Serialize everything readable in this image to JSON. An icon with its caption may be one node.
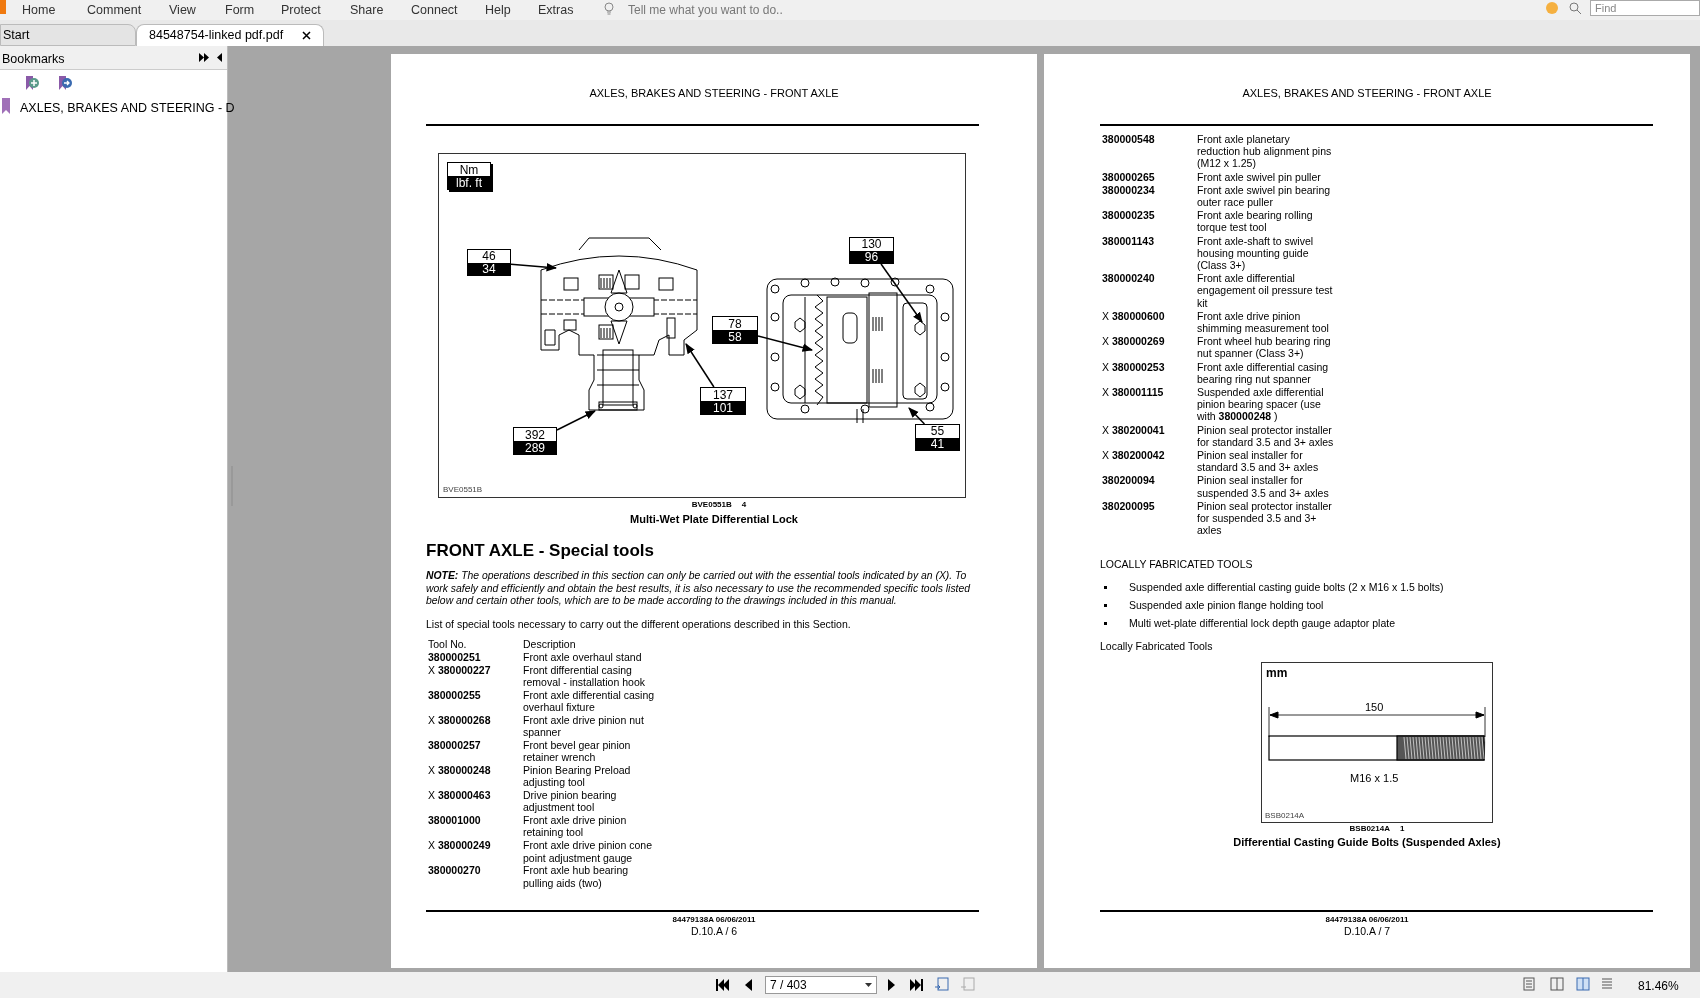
{
  "diagram": {
    "title": "FRONT AXLE - Special tools",
    "nodes": [
      {
        "text": [
          "Nm",
          "lbf. ft"
        ]
      },
      {
        "text": [
          "46",
          "34"
        ]
      },
      {
        "text": [
          "392",
          "289"
        ]
      },
      {
        "text": [
          "137",
          "101"
        ]
      },
      {
        "text": [
          "78",
          "58"
        ]
      },
      {
        "text": [
          "130",
          "96"
        ]
      },
      {
        "text": [
          "55",
          "41"
        ]
      },
      {
        "text": [],
        "shape": "picture"
      },
      {
        "text": [],
        "shape": "picture"
      }
    ],
    "edges": [
      {
        "from": 1,
        "to": 7,
        "arrow": "to"
      },
      {
        "from": 2,
        "to": 7,
        "arrow": "to"
      },
      {
        "from": 3,
        "to": 7,
        "arrow": "to"
      },
      {
        "from": 4,
        "to": 8,
        "arrow": "to"
      },
      {
        "from": 5,
        "to": 8,
        "arrow": "to"
      },
      {
        "from": 6,
        "to": 8,
        "arrow": "to"
      }
    ],
    "labels": [
      "Home",
      "Comment",
      "View",
      "Form",
      "Protect",
      "Share",
      "Connect",
      "Help",
      "Extras",
      "Tell me what you want to do..",
      "Find",
      "Start",
      "84548754-linked pdf.pdf",
      "Bookmarks",
      "AXLES, BRAKES AND STEERING - D",
      "AXLES, BRAKES AND STEERING - FRONT AXLE",
      "BVE0551B",
      "BVE0551B",
      "4",
      "Multi-Wet Plate Differential Lock",
      "**NOTE:** The operations described in this section can only be carried out with the essential tools indicated by an (X). To work safely and efficiently and obtain the best results, it is also necessary to use the recommended specific tools listed below and certain other tools, which are to be made according to the drawings included in this manual.",
      "List of special tools necessary to carry out the different operations described in this Section.",
      "Tool No.",
      "Description",
      "380000251",
      "Front axle overhaul stand",
      "X **380000227**",
      "Front differential casing removal - installation hook",
      "380000255",
      "Front axle differential casing overhaul fixture",
      "X **380000268**",
      "Front axle drive pinion nut spanner",
      "380000257",
      "Front bevel gear pinion retainer wrench",
      "X **380000248**",
      "Pinion Bearing Preload adjusting tool",
      "X **380000463**",
      "Drive pinion bearing adjustment tool",
      "380001000",
      "Front axle drive pinion retaining tool",
      "X **380000249**",
      "Front axle drive pinion cone point adjustment gauge",
      "380000270",
      "Front axle hub bearing pulling aids (two)",
      "84479138A 06/06/2011",
      "D.10.A / 6",
      "AXLES, BRAKES AND STEERING - FRONT AXLE",
      "380000548",
      "Front axle planetary reduction hub alignment pins (M12 x 1.25)",
      "380000265",
      "Front axle swivel pin puller",
      "380000234",
      "Front axle swivel pin bearing outer race puller",
      "380000235",
      "Front axle bearing rolling torque test tool",
      "380001143",
      "Front axle-shaft to swivel housing mounting guide (Class 3+)",
      "380000240",
      "Front axle differential engagement oil pressure test kit",
      "X **380000600**",
      "Front axle drive pinion shimming measurement tool",
      "X **380000269**",
      "Front wheel hub bearing ring nut spanner (Class 3+)",
      "X **380000253**",
      "Front axle differential casing bearing ring nut spanner",
      "X **380001115**",
      "Suspended axle differential pinion bearing spacer (use with **380000248** )",
      "X **380200041**",
      "Pinion seal protector installer for standard 3.5 and 3+ axles",
      "X **380200042**",
      "Pinion seal installer for standard 3.5 and 3+ axles",
      "380200094",
      "Pinion seal installer for suspended 3.5 and 3+ axles",
      "380200095",
      "Pinion seal protector installer for suspended 3.5 and 3+ axles",
      "LOCALLY FABRICATED TOOLS",
      "Suspended axle differential casting guide bolts (2 x M16 x 1.5 bolts)",
      "Suspended axle pinion flange holding tool",
      "Multi wet-plate differential lock depth gauge adaptor plate",
      "Locally Fabricated Tools",
      "mm",
      "150",
      "M16 x 1.5",
      "BSB0214A",
      "BSB0214A",
      "1",
      "Differential Casting Guide Bolts (Suspended Axles)",
      "84479138A 06/06/2011",
      "D.10.A / 7",
      "7 / 403",
      "81.46%"
    ]
  }
}
